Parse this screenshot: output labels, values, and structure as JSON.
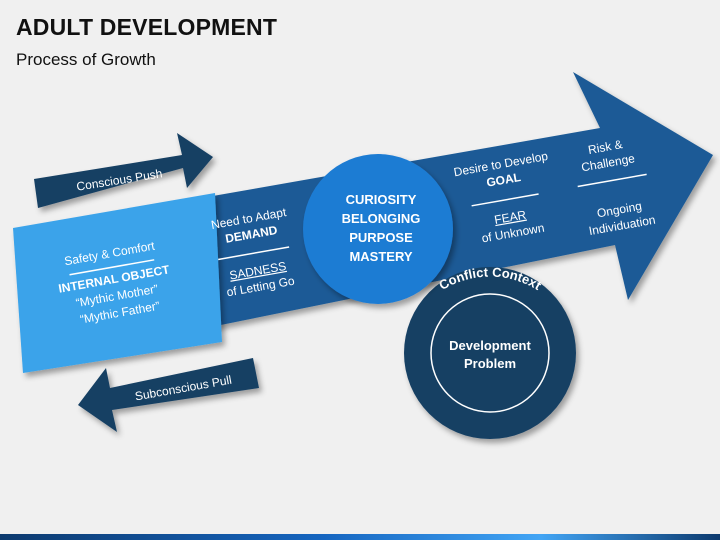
{
  "title": "ADULT DEVELOPMENT",
  "subtitle": "Process of Growth",
  "colors": {
    "dark_navy": "#163f63",
    "main_arrow": "#1a5a96",
    "left_box": "#3aa3ea",
    "circle_mid": "#1f7bd3",
    "bg": "#f0f0f0"
  },
  "conscious_push": "Conscious Push",
  "subconscious_pull": "Subconscious Pull",
  "left_box": {
    "line1": "Safety & Comfort",
    "line2": "INTERNAL OBJECT",
    "line3": "“Mythic Mother”",
    "line4": "“Mythic Father”"
  },
  "segment1": {
    "top1": "Need to Adapt",
    "top2": "DEMAND",
    "bottom1": "SADNESS",
    "bottom2": "of Letting Go"
  },
  "center_circle": {
    "line1": "CURIOSITY",
    "line2": "BELONGING",
    "line3": "PURPOSE",
    "line4": "MASTERY"
  },
  "segment2": {
    "top1": "Desire to Develop",
    "top2": "GOAL",
    "bottom1": "FEAR",
    "bottom2": "of Unknown"
  },
  "segment3": {
    "top1": "Risk &",
    "top2": "Challenge",
    "bottom1": "Ongoing",
    "bottom2": "Individuation"
  },
  "conflict": {
    "label": "Conflict Context",
    "inner1": "Development",
    "inner2": "Problem"
  }
}
